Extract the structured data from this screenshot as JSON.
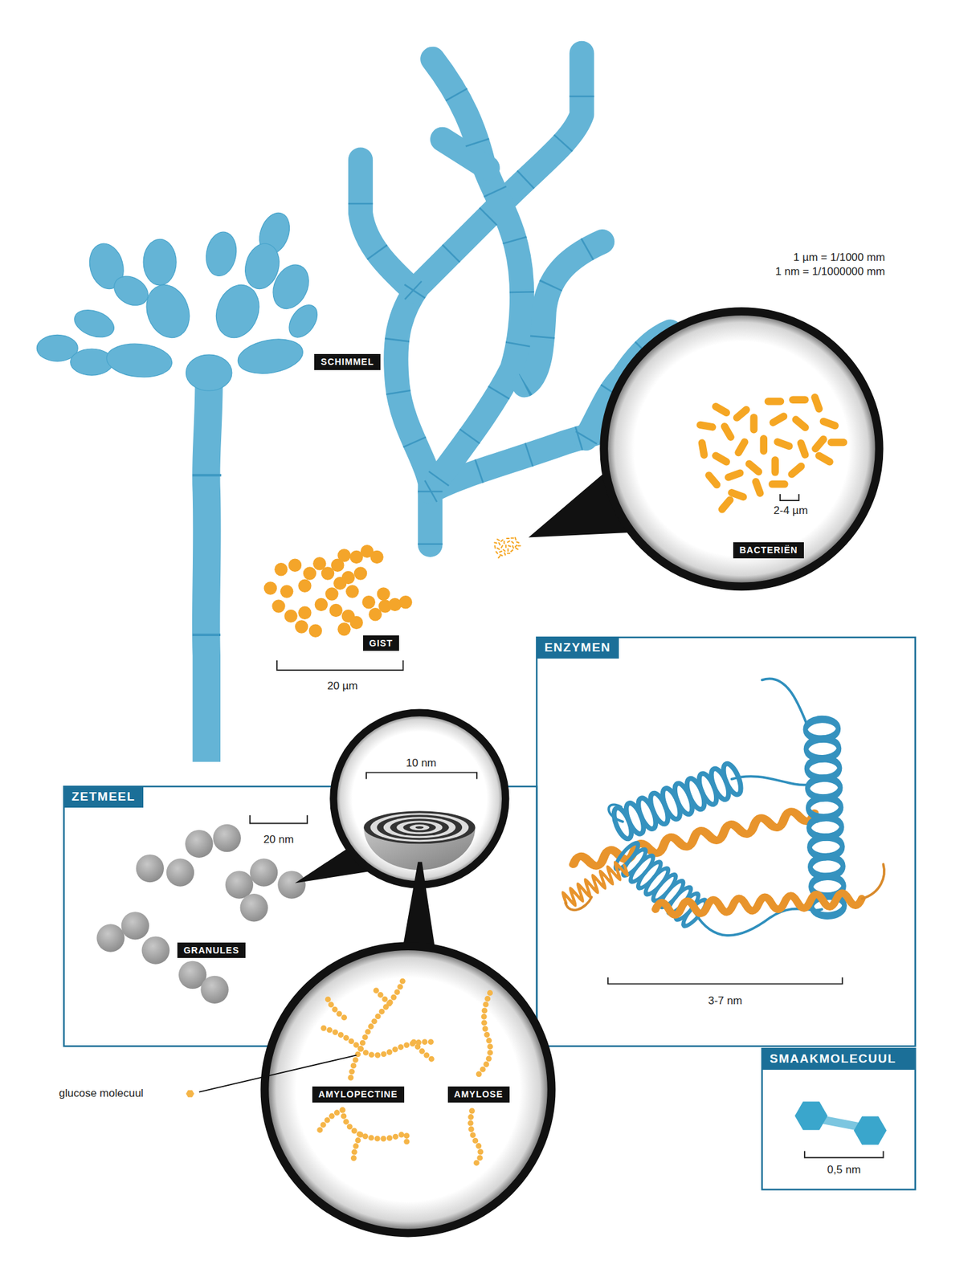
{
  "diagram": {
    "nodes": [
      {
        "text": [
          "SCHIMMEL"
        ]
      },
      {
        "text": [
          "BACTERIËN"
        ]
      },
      {
        "text": [
          "GIST"
        ]
      },
      {
        "text": [
          "ZETMEEL"
        ]
      },
      {
        "text": [
          "GRANULES"
        ],
        "in": 3
      },
      {
        "text": [
          "ENZYMEN"
        ]
      },
      {
        "text": [
          "AMYLOPECTINE"
        ]
      },
      {
        "text": [
          "AMYLOSE"
        ]
      },
      {
        "text": [
          "SMAAKMOLECUUL"
        ]
      }
    ],
    "labels": [
      "1 µm = 1/1000 mm",
      "1 nm = 1/1000000 mm",
      "2-4 µm",
      "20 µm",
      "10 nm",
      "20 nm",
      "3-7 nm",
      "0,5 nm",
      "glucose molecuul"
    ]
  }
}
